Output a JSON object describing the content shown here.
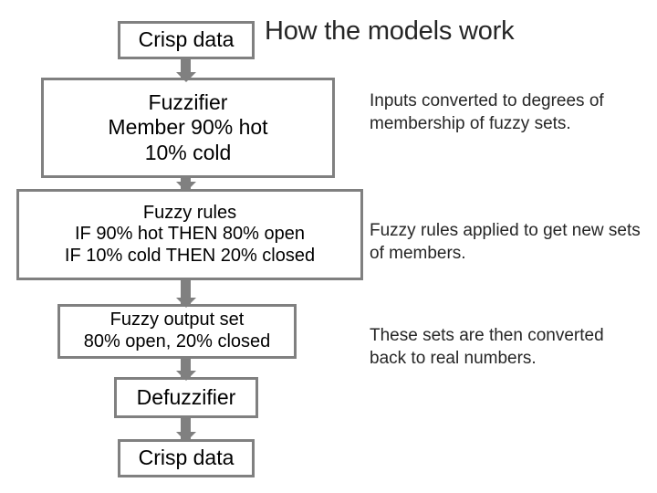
{
  "slide": {
    "title": "How the models work",
    "flow": {
      "boxes": [
        {
          "id": "crisp-data-input",
          "lines": [
            "Crisp data"
          ]
        },
        {
          "id": "fuzzifier",
          "lines": [
            "Fuzzifier",
            "Member 90% hot",
            "10% cold"
          ]
        },
        {
          "id": "fuzzy-rules",
          "lines": [
            "Fuzzy rules",
            "IF 90% hot THEN 80% open",
            "IF 10% cold THEN 20% closed"
          ]
        },
        {
          "id": "fuzzy-output-set",
          "lines": [
            "Fuzzy output set",
            "80% open, 20% closed"
          ]
        },
        {
          "id": "defuzzifier",
          "lines": [
            "Defuzzifier"
          ]
        },
        {
          "id": "crisp-data-output",
          "lines": [
            "Crisp data"
          ]
        }
      ],
      "arrow_count": 5
    },
    "notes": [
      "Inputs converted to degrees of membership of fuzzy sets.",
      "Fuzzy rules applied to get new sets of members.",
      "These sets are then converted back to real numbers."
    ],
    "colors": {
      "box_border": "#808080",
      "arrow": "#808080",
      "text": "#000000",
      "title_text": "#262626",
      "note_text": "#262626",
      "background": "#ffffff"
    }
  }
}
